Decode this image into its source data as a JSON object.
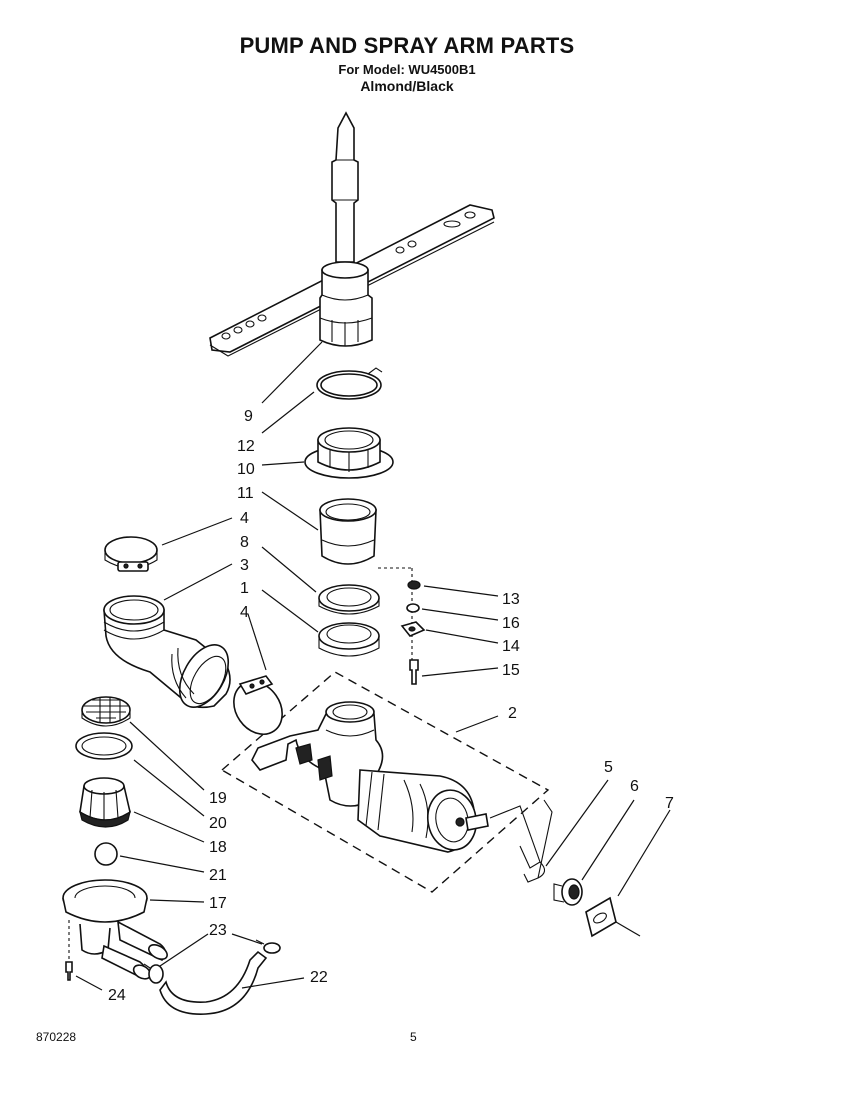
{
  "header": {
    "title": "PUMP AND SPRAY ARM PARTS",
    "model": "For Model: WU4500B1",
    "color": "Almond/Black"
  },
  "footer": {
    "code": "870228",
    "page": "5"
  },
  "labels": [
    "9",
    "12",
    "10",
    "11",
    "4",
    "8",
    "3",
    "1",
    "4",
    "13",
    "16",
    "14",
    "15",
    "2",
    "5",
    "6",
    "7",
    "19",
    "20",
    "18",
    "21",
    "17",
    "23",
    "22",
    "24"
  ]
}
